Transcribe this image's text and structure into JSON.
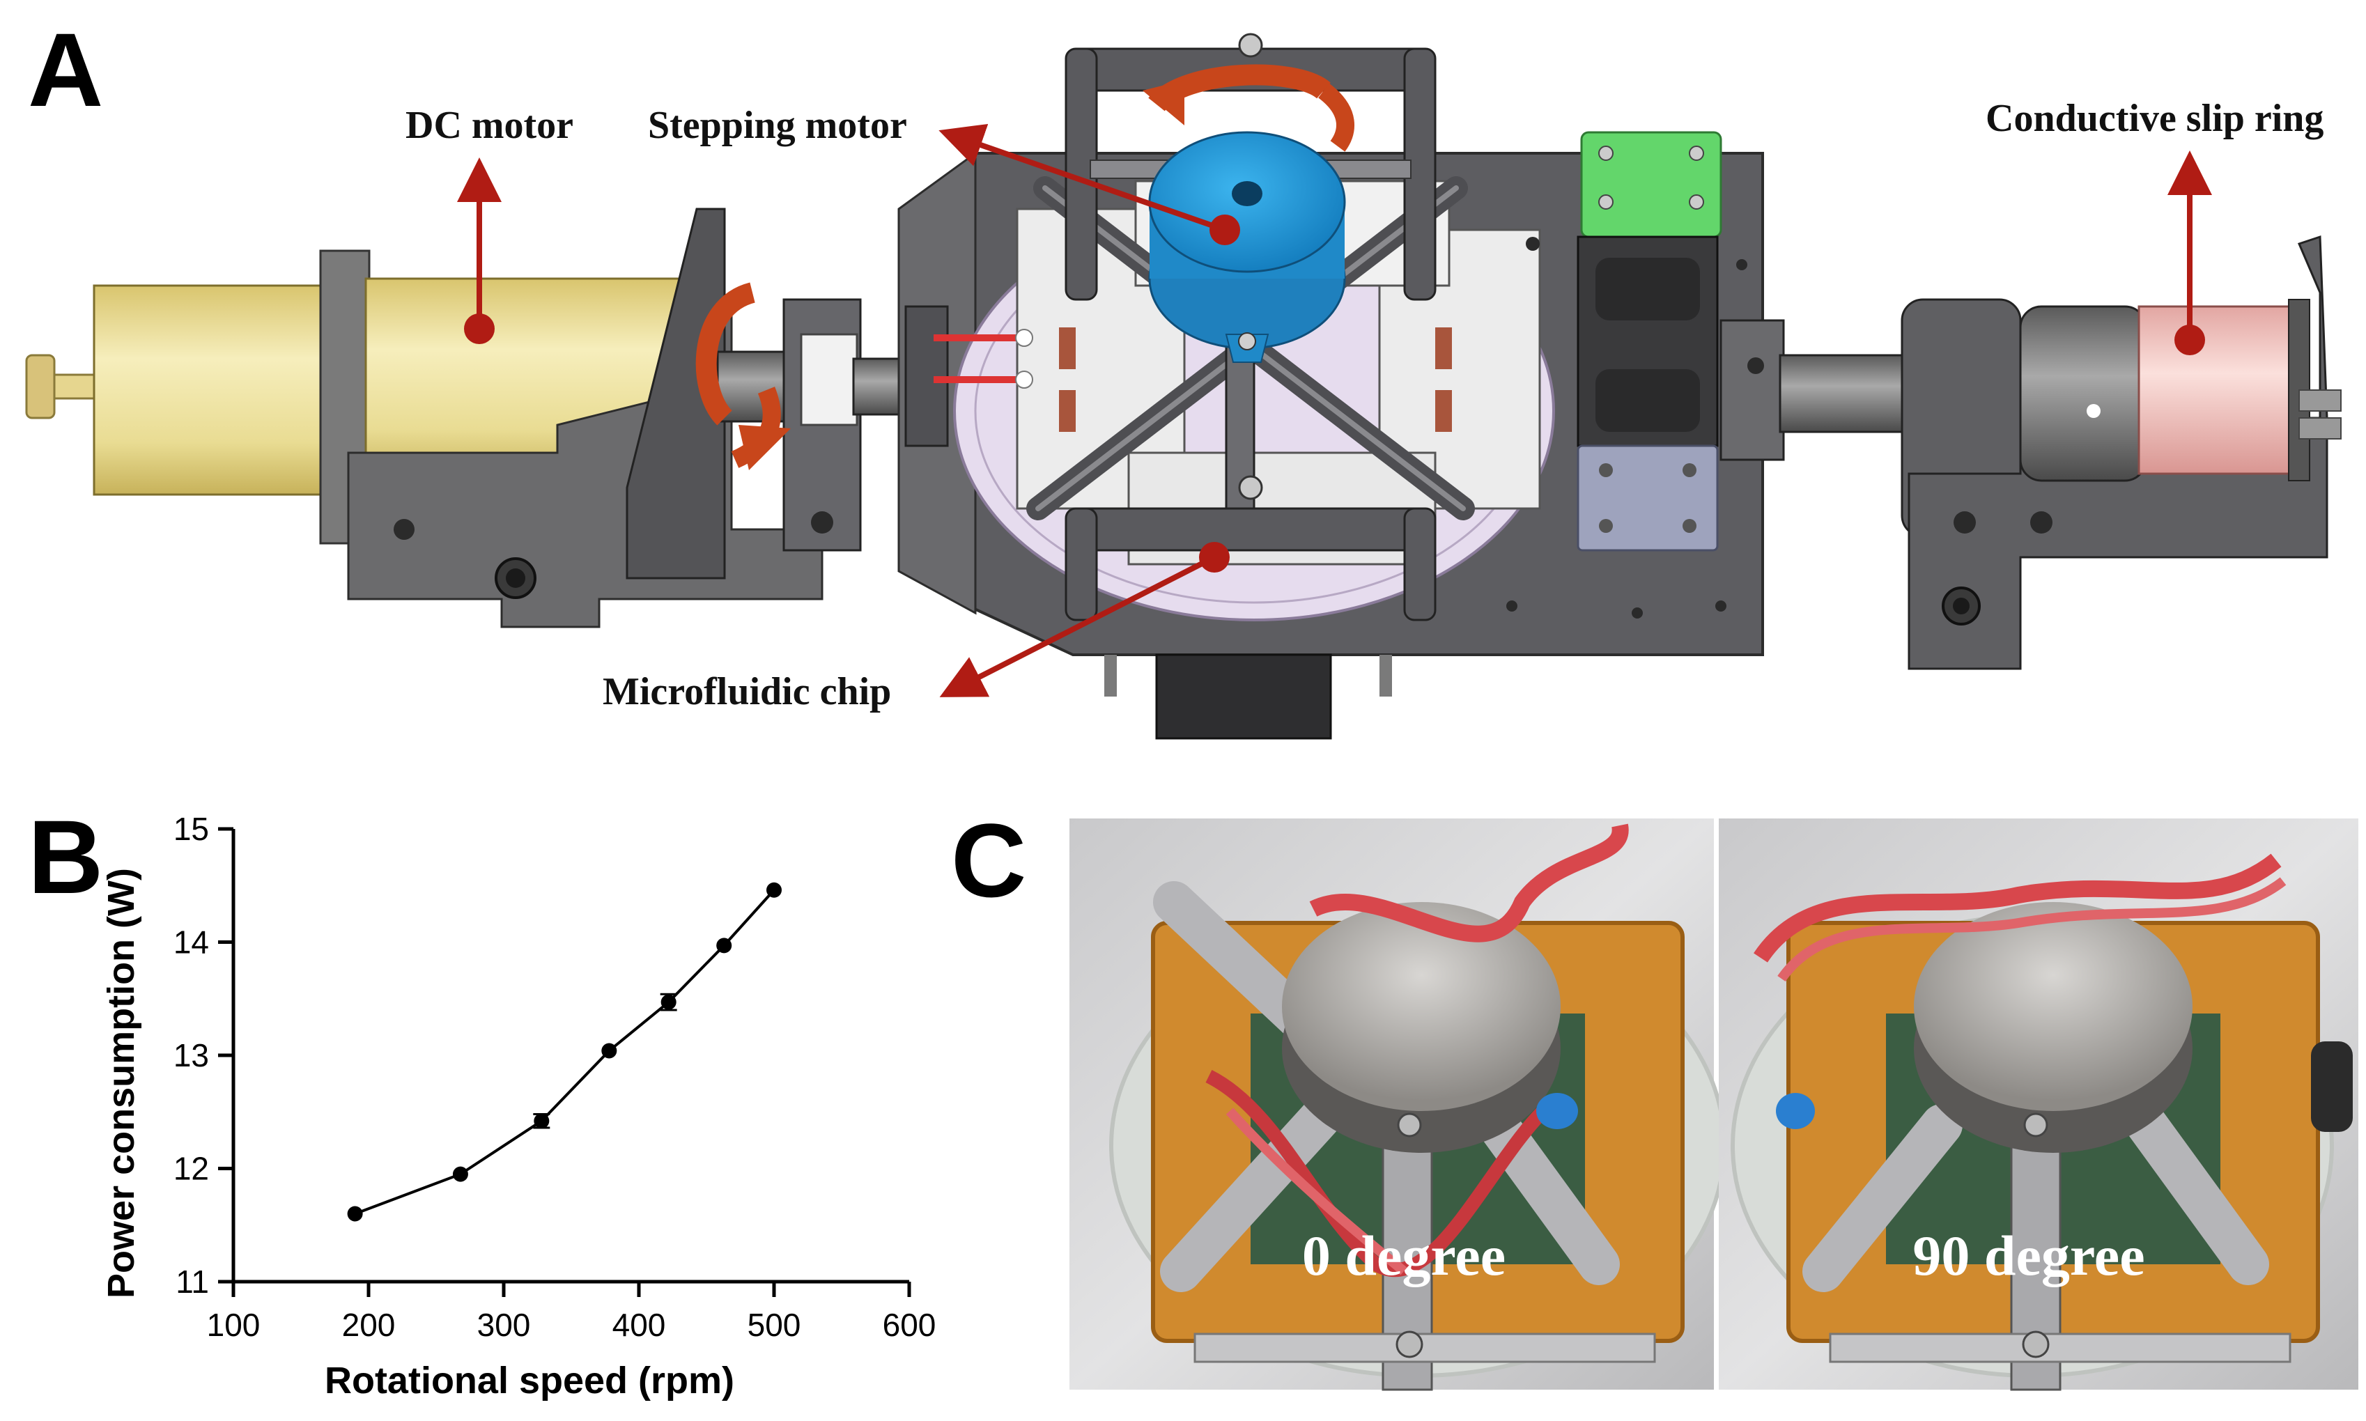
{
  "panels": {
    "a": {
      "letter": "A"
    },
    "b": {
      "letter": "B"
    },
    "c": {
      "letter": "C"
    }
  },
  "diagram": {
    "labels": {
      "dc_motor": "DC motor",
      "stepping_motor": "Stepping motor",
      "slip_ring": "Conductive slip ring",
      "chip": "Microfluidic chip"
    },
    "colors": {
      "arrow": "#b01c14",
      "rotation_arrow": "#c8461b",
      "dc_motor_body": "#eee3a0",
      "stepping_motor": "#1e9ad6",
      "slip_ring_body": "#f3c4c0",
      "green_block": "#63d66b",
      "frame": "#5f5f62"
    }
  },
  "photos": {
    "left_label": "0 degree",
    "right_label": "90 degree"
  },
  "chart_data": {
    "type": "line",
    "x": [
      190,
      268,
      328,
      378,
      422,
      463,
      500
    ],
    "y": [
      11.6,
      11.95,
      12.42,
      13.04,
      13.47,
      13.97,
      14.46
    ],
    "y_err": [
      0.02,
      0.02,
      0.06,
      0.02,
      0.07,
      0.02,
      0.02
    ],
    "xlabel": "Rotational speed (rpm)",
    "ylabel": "Power consumption (W)",
    "xlim": [
      100,
      600
    ],
    "ylim": [
      11,
      15
    ],
    "xticks": [
      100,
      200,
      300,
      400,
      500,
      600
    ],
    "yticks": [
      11,
      12,
      13,
      14,
      15
    ],
    "grid": false,
    "marker": "filled-circle",
    "color": "#000000"
  }
}
